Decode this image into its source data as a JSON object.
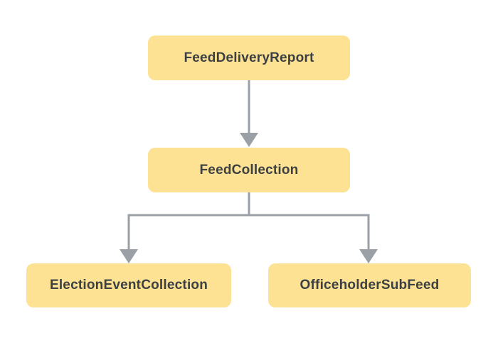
{
  "diagram": {
    "nodes": [
      {
        "id": "feed-delivery-report",
        "label": "FeedDeliveryReport"
      },
      {
        "id": "feed-collection",
        "label": "FeedCollection"
      },
      {
        "id": "election-event-collection",
        "label": "ElectionEventCollection"
      },
      {
        "id": "officeholder-sub-feed",
        "label": "OfficeholderSubFeed"
      }
    ],
    "edges": [
      {
        "from": "FeedDeliveryReport",
        "to": "FeedCollection"
      },
      {
        "from": "FeedCollection",
        "to": "ElectionEventCollection"
      },
      {
        "from": "FeedCollection",
        "to": "OfficeholderSubFeed"
      }
    ],
    "colors": {
      "background": "#FFFFFF",
      "node_fill": "#FDE293",
      "node_text": "#3C4043",
      "connector": "#9AA0A6"
    }
  }
}
